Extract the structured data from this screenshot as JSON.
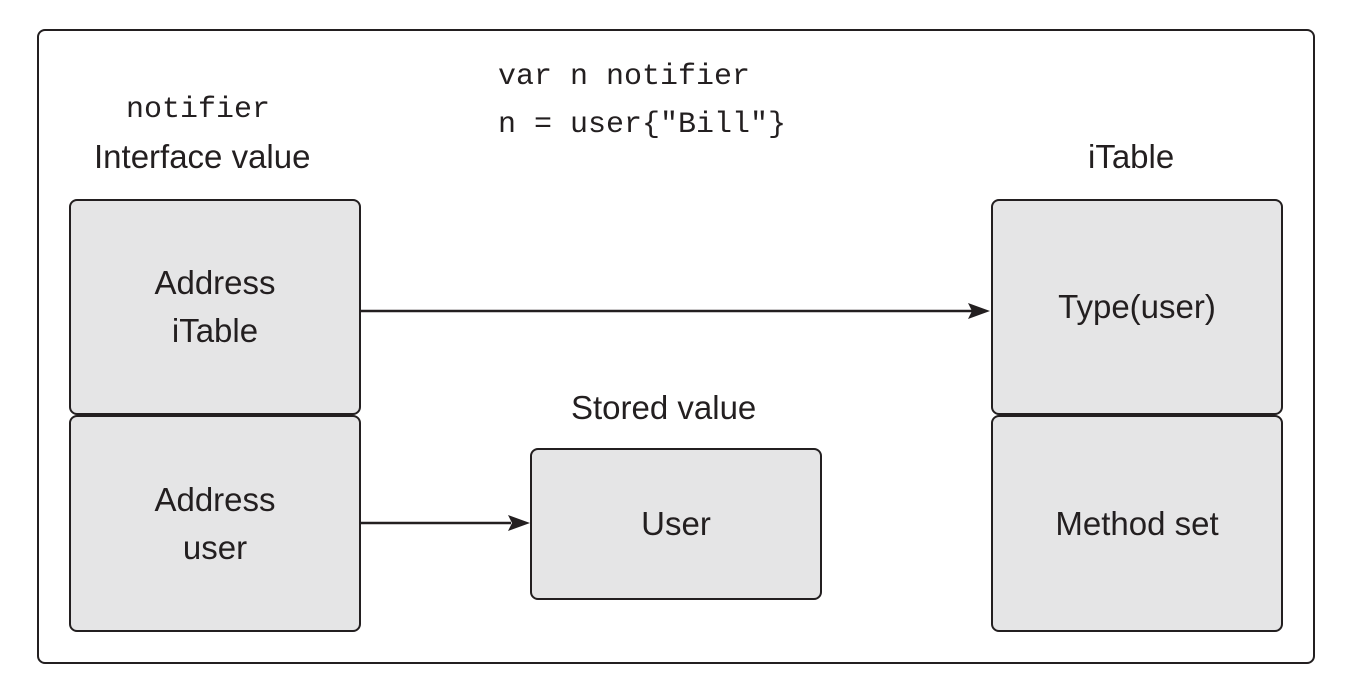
{
  "code": {
    "line1": "var n notifier",
    "line2": "n = user{\"Bill\"}"
  },
  "interface": {
    "type_name": "notifier",
    "caption": "Interface value",
    "cell1": {
      "line1": "Address",
      "line2": "iTable"
    },
    "cell2": {
      "line1": "Address",
      "line2": "user"
    }
  },
  "stored": {
    "caption": "Stored value",
    "cell": "User"
  },
  "itable": {
    "caption": "iTable",
    "cell1": "Type(user)",
    "cell2": "Method set"
  },
  "colors": {
    "box_fill": "#e5e5e6",
    "stroke": "#231f20"
  }
}
